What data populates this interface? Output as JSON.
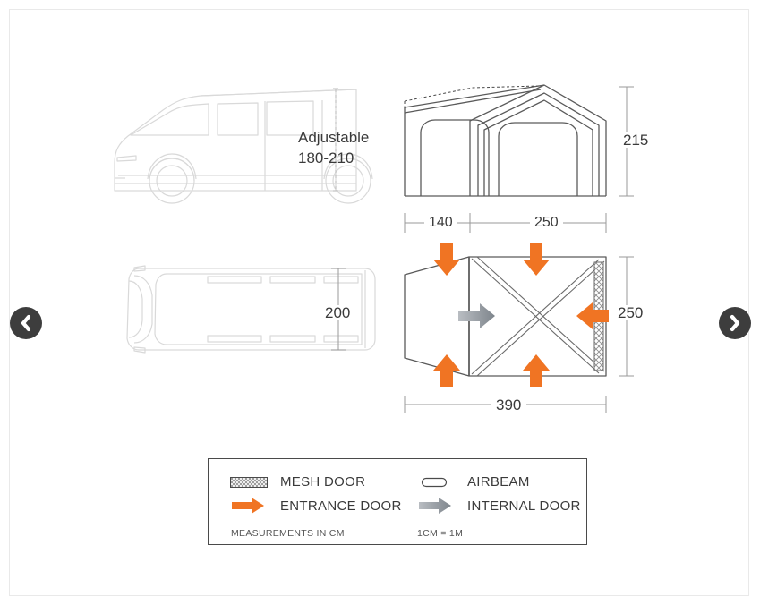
{
  "viewer": {
    "prev_button_label": "Previous image",
    "next_button_label": "Next image",
    "prev_icon": "chevron-left-icon",
    "next_icon": "chevron-right-icon"
  },
  "colors": {
    "entrance_arrow": "#f07423",
    "internal_arrow": "#8d9196",
    "line_dark": "#4a4a4a",
    "line_light": "#dcdcdc",
    "text": "#3a3a3a",
    "nav_button": "#3d3d3d"
  },
  "vehicle_side": {
    "adjustable_label": "Adjustable",
    "adjustable_range": "180-210"
  },
  "vehicle_plan": {
    "depth_label": "200"
  },
  "tent_elevation": {
    "height_label": "215",
    "front_section_label": "140",
    "rear_section_label": "250"
  },
  "tent_plan": {
    "width_label": "250",
    "length_label": "390"
  },
  "legend": {
    "items": [
      {
        "icon": "mesh-door-icon",
        "label": "MESH DOOR"
      },
      {
        "icon": "entrance-door-icon",
        "label": "ENTRANCE DOOR"
      },
      {
        "icon": "airbeam-icon",
        "label": "AIRBEAM"
      },
      {
        "icon": "internal-door-icon",
        "label": "INTERNAL DOOR"
      }
    ],
    "note_units": "MEASUREMENTS IN CM",
    "note_scale": "1CM = 1M"
  }
}
